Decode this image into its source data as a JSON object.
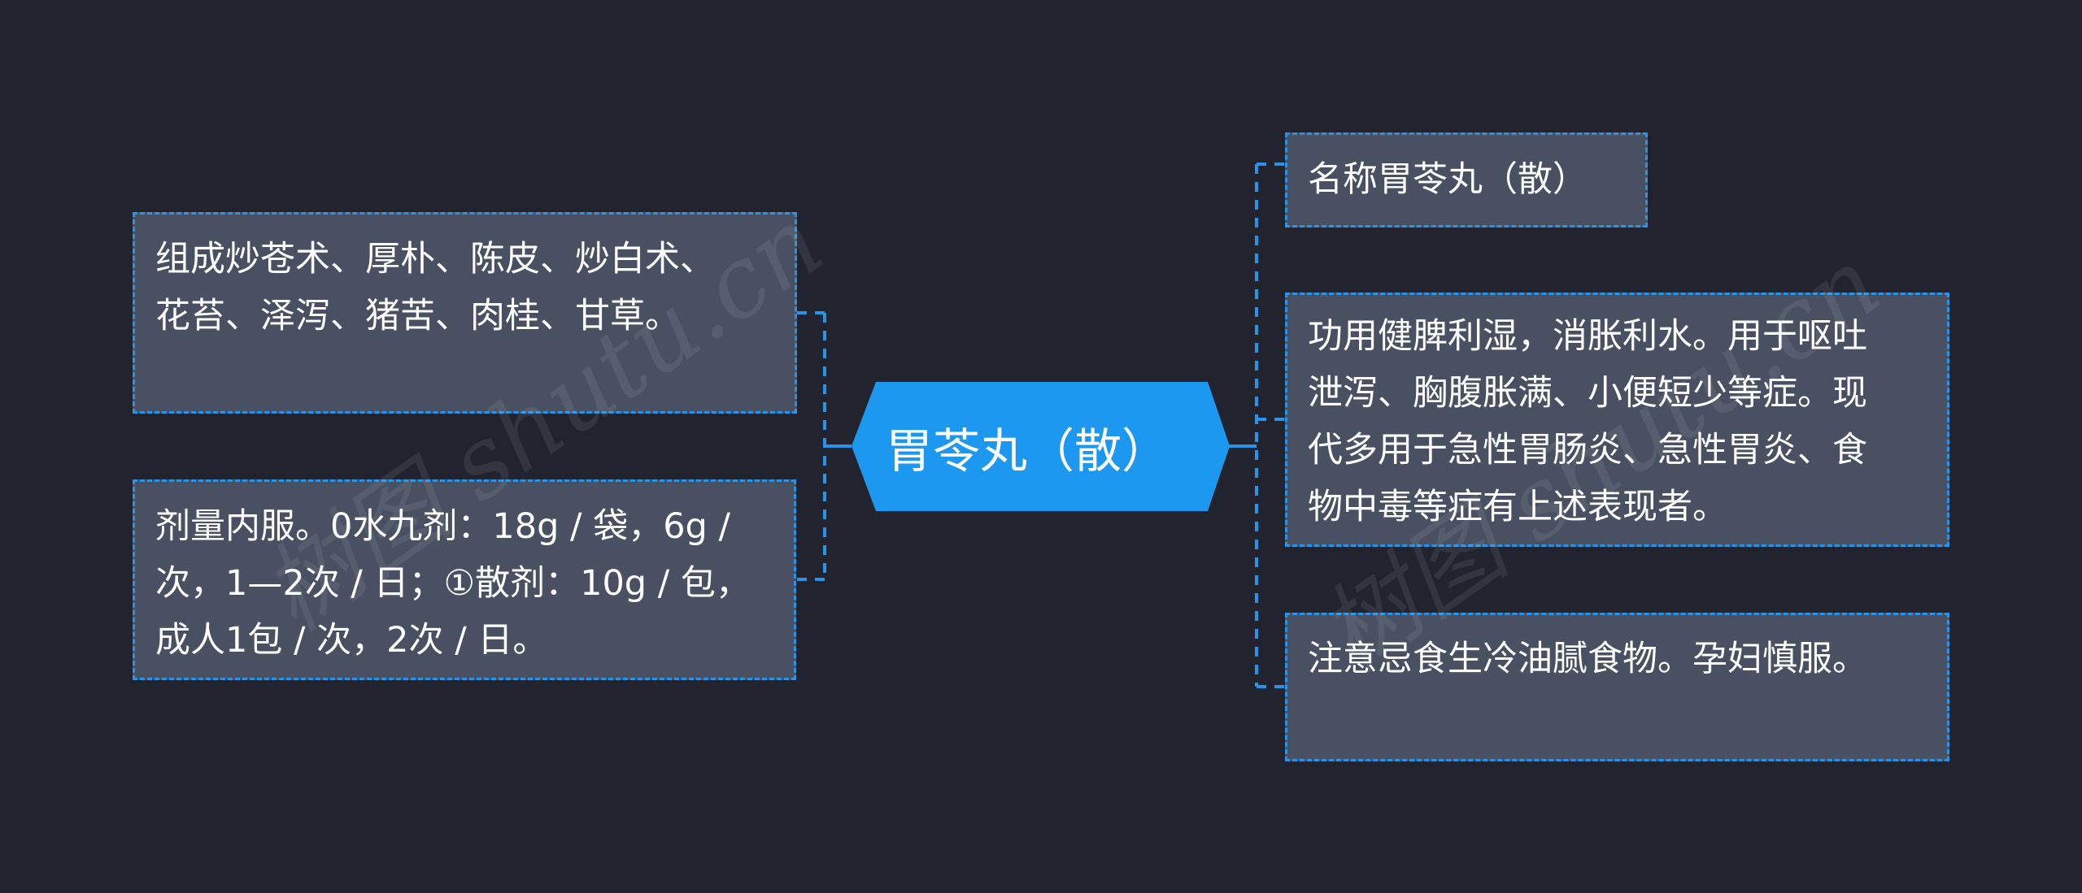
{
  "mindmap": {
    "center": {
      "label": "胃苓丸（散）"
    },
    "left": [
      {
        "id": "composition",
        "text": "组成炒苍术、厚朴、陈皮、炒白术、花苔、泽泻、猪苦、肉桂、甘草。",
        "lines": [
          "组成炒苍术、厚朴、陈皮、炒白术",
          "、花苔、泽泻、猪苦、肉桂、甘草",
          "。"
        ]
      },
      {
        "id": "dosage",
        "text": "剂量内服。0水九剂：18g / 袋，6g / 次，1—2次 / 日；①散剂：10g / 包，成人1包 / 次，2次 / 日。",
        "lines": [
          "剂量内服。0水九剂：18g / 袋，6",
          "g / 次，1—2次 / 日；①散剂：10",
          "g / 包，成人1包 / 次，2次 / 日。"
        ]
      }
    ],
    "right": [
      {
        "id": "name",
        "text": "名称胃苓丸（散）",
        "lines": [
          "名称胃苓丸（散）"
        ]
      },
      {
        "id": "function",
        "text": "功用健脾利湿，消胀利水。用于呕吐泄泻、胸腹胀满、小便短少等症。现代多用于急性胃肠炎、急性胃炎、食物中毒等症有上述表现者。",
        "lines": [
          "功用健脾利湿，消胀利水。用于呕",
          "吐泄泻、胸腹胀满、小便短少等症",
          "。现代多用于急性胃肠炎、急性胃",
          "炎、食物中毒等症有上述表现者。"
        ]
      },
      {
        "id": "caution",
        "text": "注意忌食生冷油腻食物。孕妇慎服。",
        "lines": [
          "注意忌食生冷油腻食物。孕妇慎服",
          "。"
        ]
      }
    ]
  },
  "watermark": {
    "text": "树图 shutu.cn"
  },
  "colors": {
    "background": "#21242f",
    "node_fill": "#485061",
    "center_fill": "#1c98f1",
    "link": "#2a93e6",
    "text": "#ffffff"
  }
}
